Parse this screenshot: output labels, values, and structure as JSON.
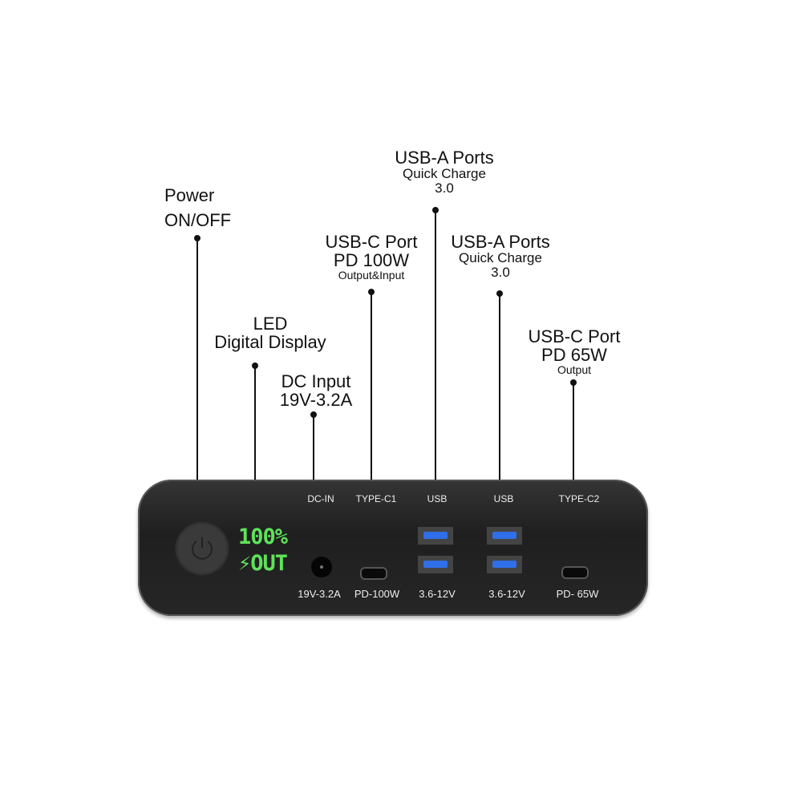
{
  "callouts": {
    "power": {
      "line1": "Power",
      "line2": "ON/OFF"
    },
    "led": {
      "line1": "LED",
      "line2": "Digital Display"
    },
    "dc_input": {
      "line1": "DC Input",
      "line2": "19V-3.2A"
    },
    "usbc1": {
      "line1": "USB-C Port",
      "line2": "PD 100W",
      "line3": "Output&Input"
    },
    "usba1": {
      "line1": "USB-A Ports",
      "line2": "Quick Charge",
      "line3": "3.0"
    },
    "usba2": {
      "line1": "USB-A Ports",
      "line2": "Quick Charge",
      "line3": "3.0"
    },
    "usbc2": {
      "line1": "USB-C Port",
      "line2": "PD 65W",
      "line3": "Output"
    }
  },
  "device": {
    "display": {
      "line1": "100%",
      "line2": "⚡OUT",
      "color": "#5fe25a"
    },
    "port_labels": [
      "DC-IN",
      "TYPE-C1",
      "USB",
      "USB",
      "TYPE-C2"
    ],
    "port_specs": [
      "19V-3.2A",
      "PD-100W",
      "3.6-12V",
      "3.6-12V",
      "PD- 65W"
    ]
  }
}
